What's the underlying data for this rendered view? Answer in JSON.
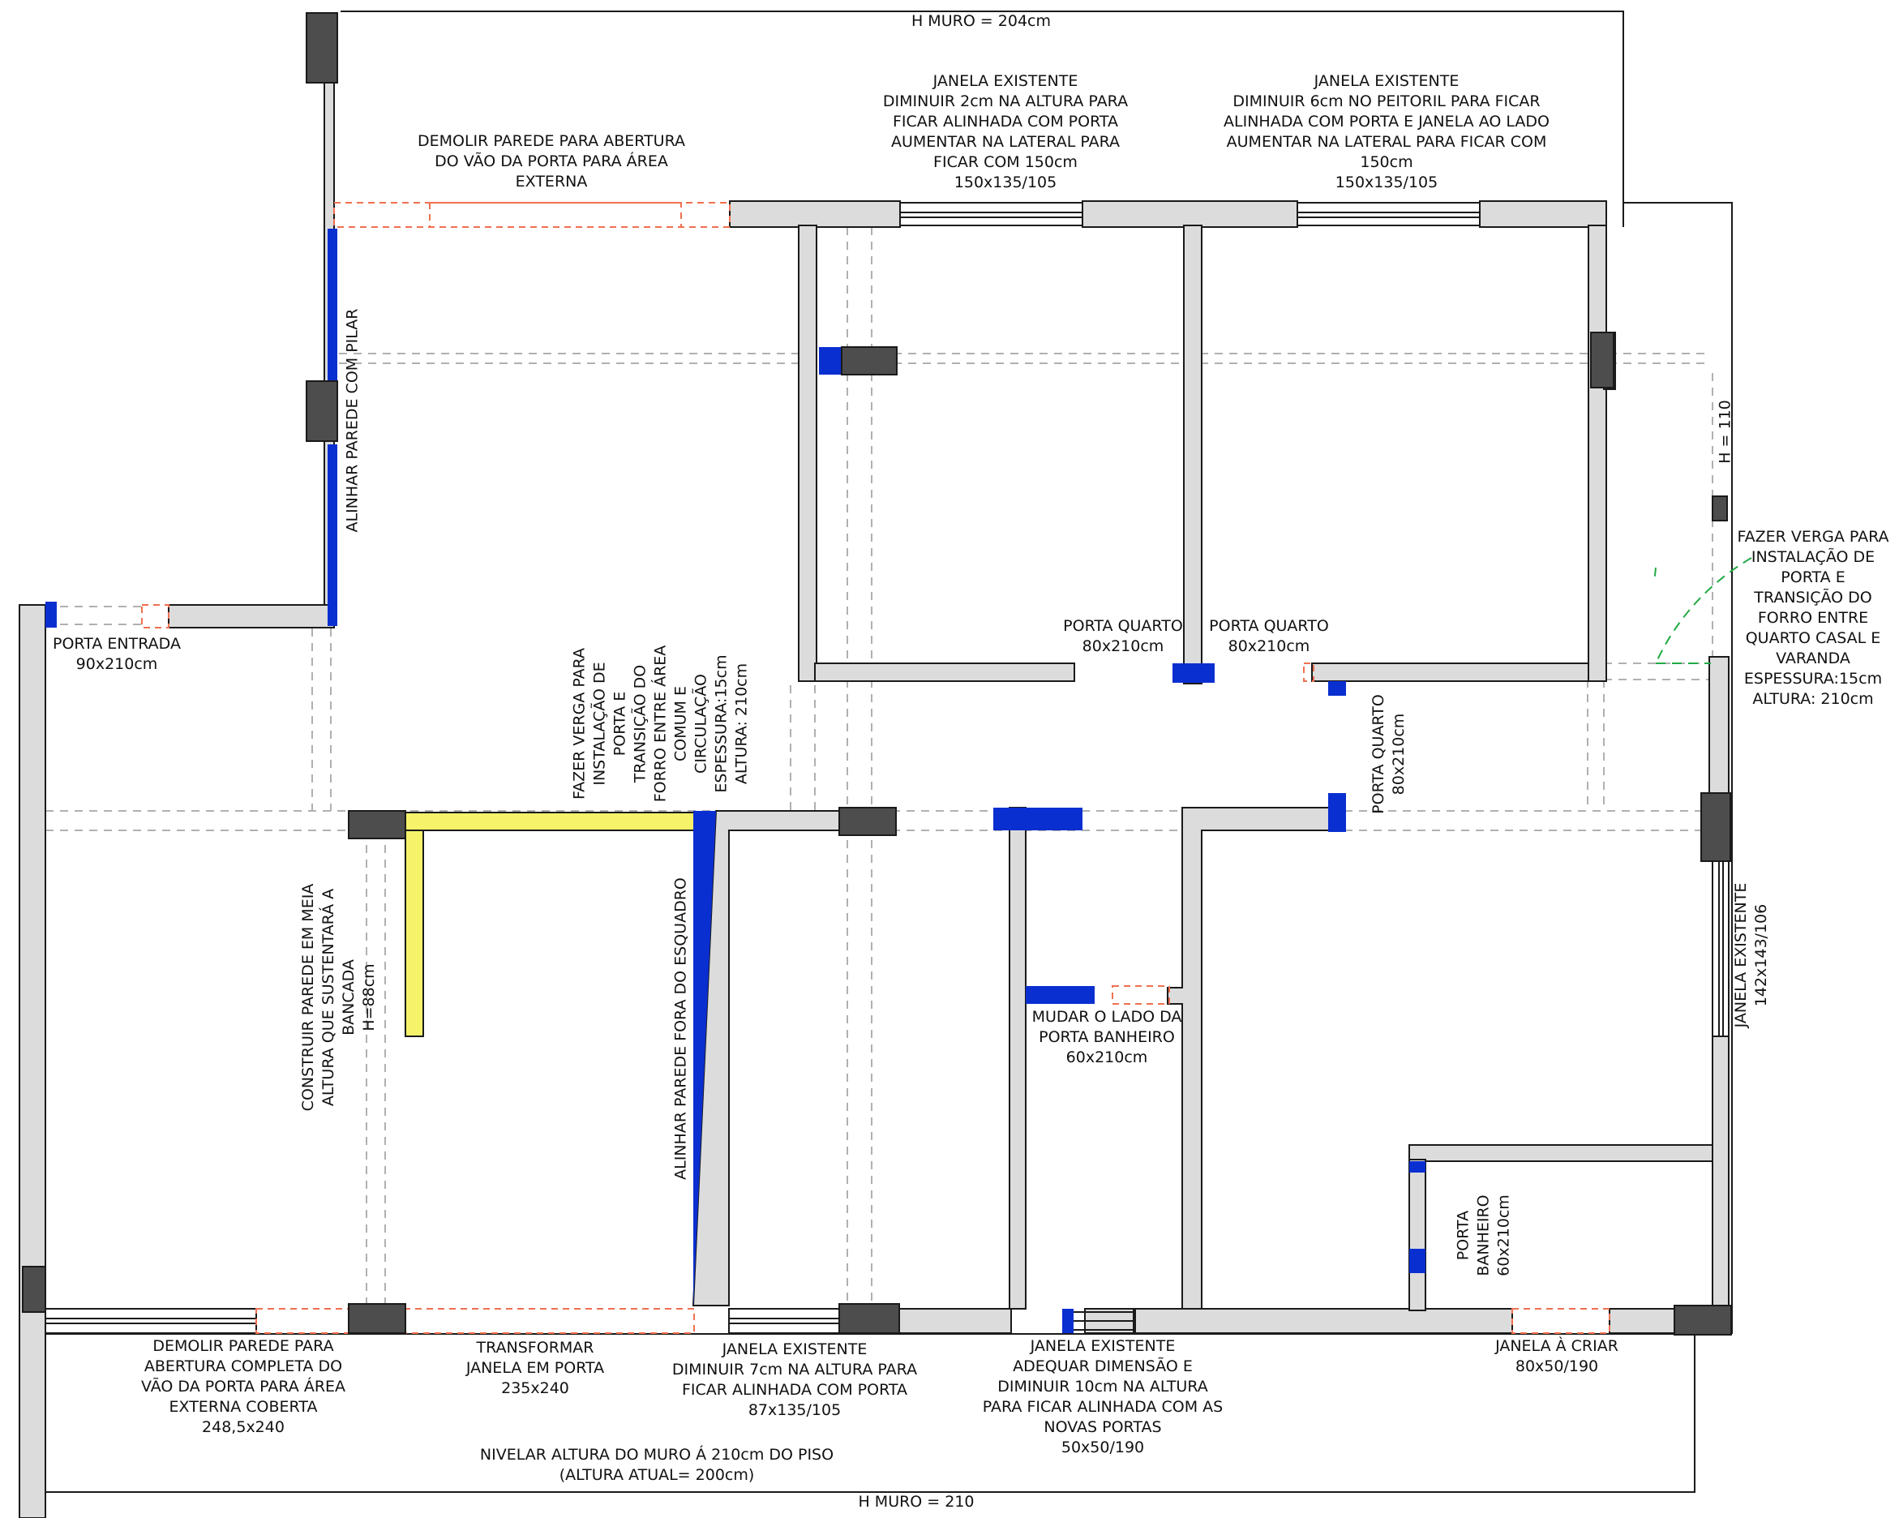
{
  "labels": {
    "h_muro_top": "H MURO = 204cm",
    "h_muro_bottom": "H MURO = 210",
    "h_110": "H = 110",
    "demolir_topo": "DEMOLIR PAREDE PARA ABERTURA\nDO VÃO DA PORTA PARA ÁREA\nEXTERNA",
    "janela_1": "JANELA EXISTENTE\nDIMINUIR 2cm NA ALTURA PARA\nFICAR ALINHADA COM PORTA\nAUMENTAR NA LATERAL PARA\nFICAR COM 150cm\n150x135/105",
    "janela_2": "JANELA EXISTENTE\nDIMINUIR 6cm NO PEITORIL PARA FICAR\nALINHADA COM PORTA E JANELA AO LADO\nAUMENTAR NA LATERAL PARA FICAR COM\n150cm\n150x135/105",
    "alinhar_pilar": "ALINHAR PAREDE COM PILAR",
    "verga_casal": "FAZER VERGA PARA\nINSTALAÇÃO DE\nPORTA E\nTRANSIÇÃO DO\nFORRO ENTRE\nQUARTO CASAL E\nVARANDA\nESPESSURA:15cm\nALTURA: 210cm",
    "porta_entrada": "PORTA ENTRADA\n90x210cm",
    "porta_quarto_1": "PORTA QUARTO\n80x210cm",
    "porta_quarto_2": "PORTA QUARTO\n80x210cm",
    "porta_quarto_3": "PORTA QUARTO\n80x210cm",
    "verga_area": "FAZER VERGA PARA\nINSTALAÇÃO DE\nPORTA E\nTRANSIÇÃO DO\nFORRO ENTRE ÁREA\nCOMUM E\nCIRCULAÇÃO\nESPESSURA:15cm\nALTURA: 210cm",
    "construir_parede": "CONSTRUIR PAREDE EM MEIA\nALTURA QUE SUSTENTARÁ A\nBANCADA\nH=88cm",
    "alinhar_esquadro": "ALINHAR PAREDE FORA DO ESQUADRO",
    "mudar_porta": "MUDAR O LADO DA\nPORTA BANHEIRO\n60x210cm",
    "janela_lateral": "JANELA EXISTENTE\n142x143/106",
    "porta_banheiro": "PORTA\nBANHEIRO\n60x210cm",
    "demolir_baixo": "DEMOLIR PAREDE PARA\nABERTURA COMPLETA DO\nVÃO DA PORTA PARA ÁREA\nEXTERNA COBERTA\n248,5x240",
    "transformar_janela": "TRANSFORMAR\nJANELA EM PORTA\n235x240",
    "janela_3": "JANELA EXISTENTE\nDIMINUIR 7cm NA ALTURA PARA\nFICAR ALINHADA COM PORTA\n87x135/105",
    "janela_4": "JANELA EXISTENTE\nADEQUAR DIMENSÃO E\nDIMINUIR 10cm NA ALTURA\nPARA FICAR ALINHADA COM AS\nNOVAS PORTAS\n50x50/190",
    "janela_criar": "JANELA À CRIAR\n80x50/190",
    "nivelar_muro": "NIVELAR ALTURA DO MURO Á 210cm DO PISO\n(ALTURA ATUAL= 200cm)"
  },
  "colors": {
    "wall_fill": "#dcdcdc",
    "wall_stroke": "#1a1a1a",
    "pillar": "#4d4d4d",
    "door_mark": "#0a2fd0",
    "demolish": "#f07050",
    "new_wall": "#f6f36a",
    "guide": "#b0b0b0",
    "arc": "#22aa44"
  }
}
